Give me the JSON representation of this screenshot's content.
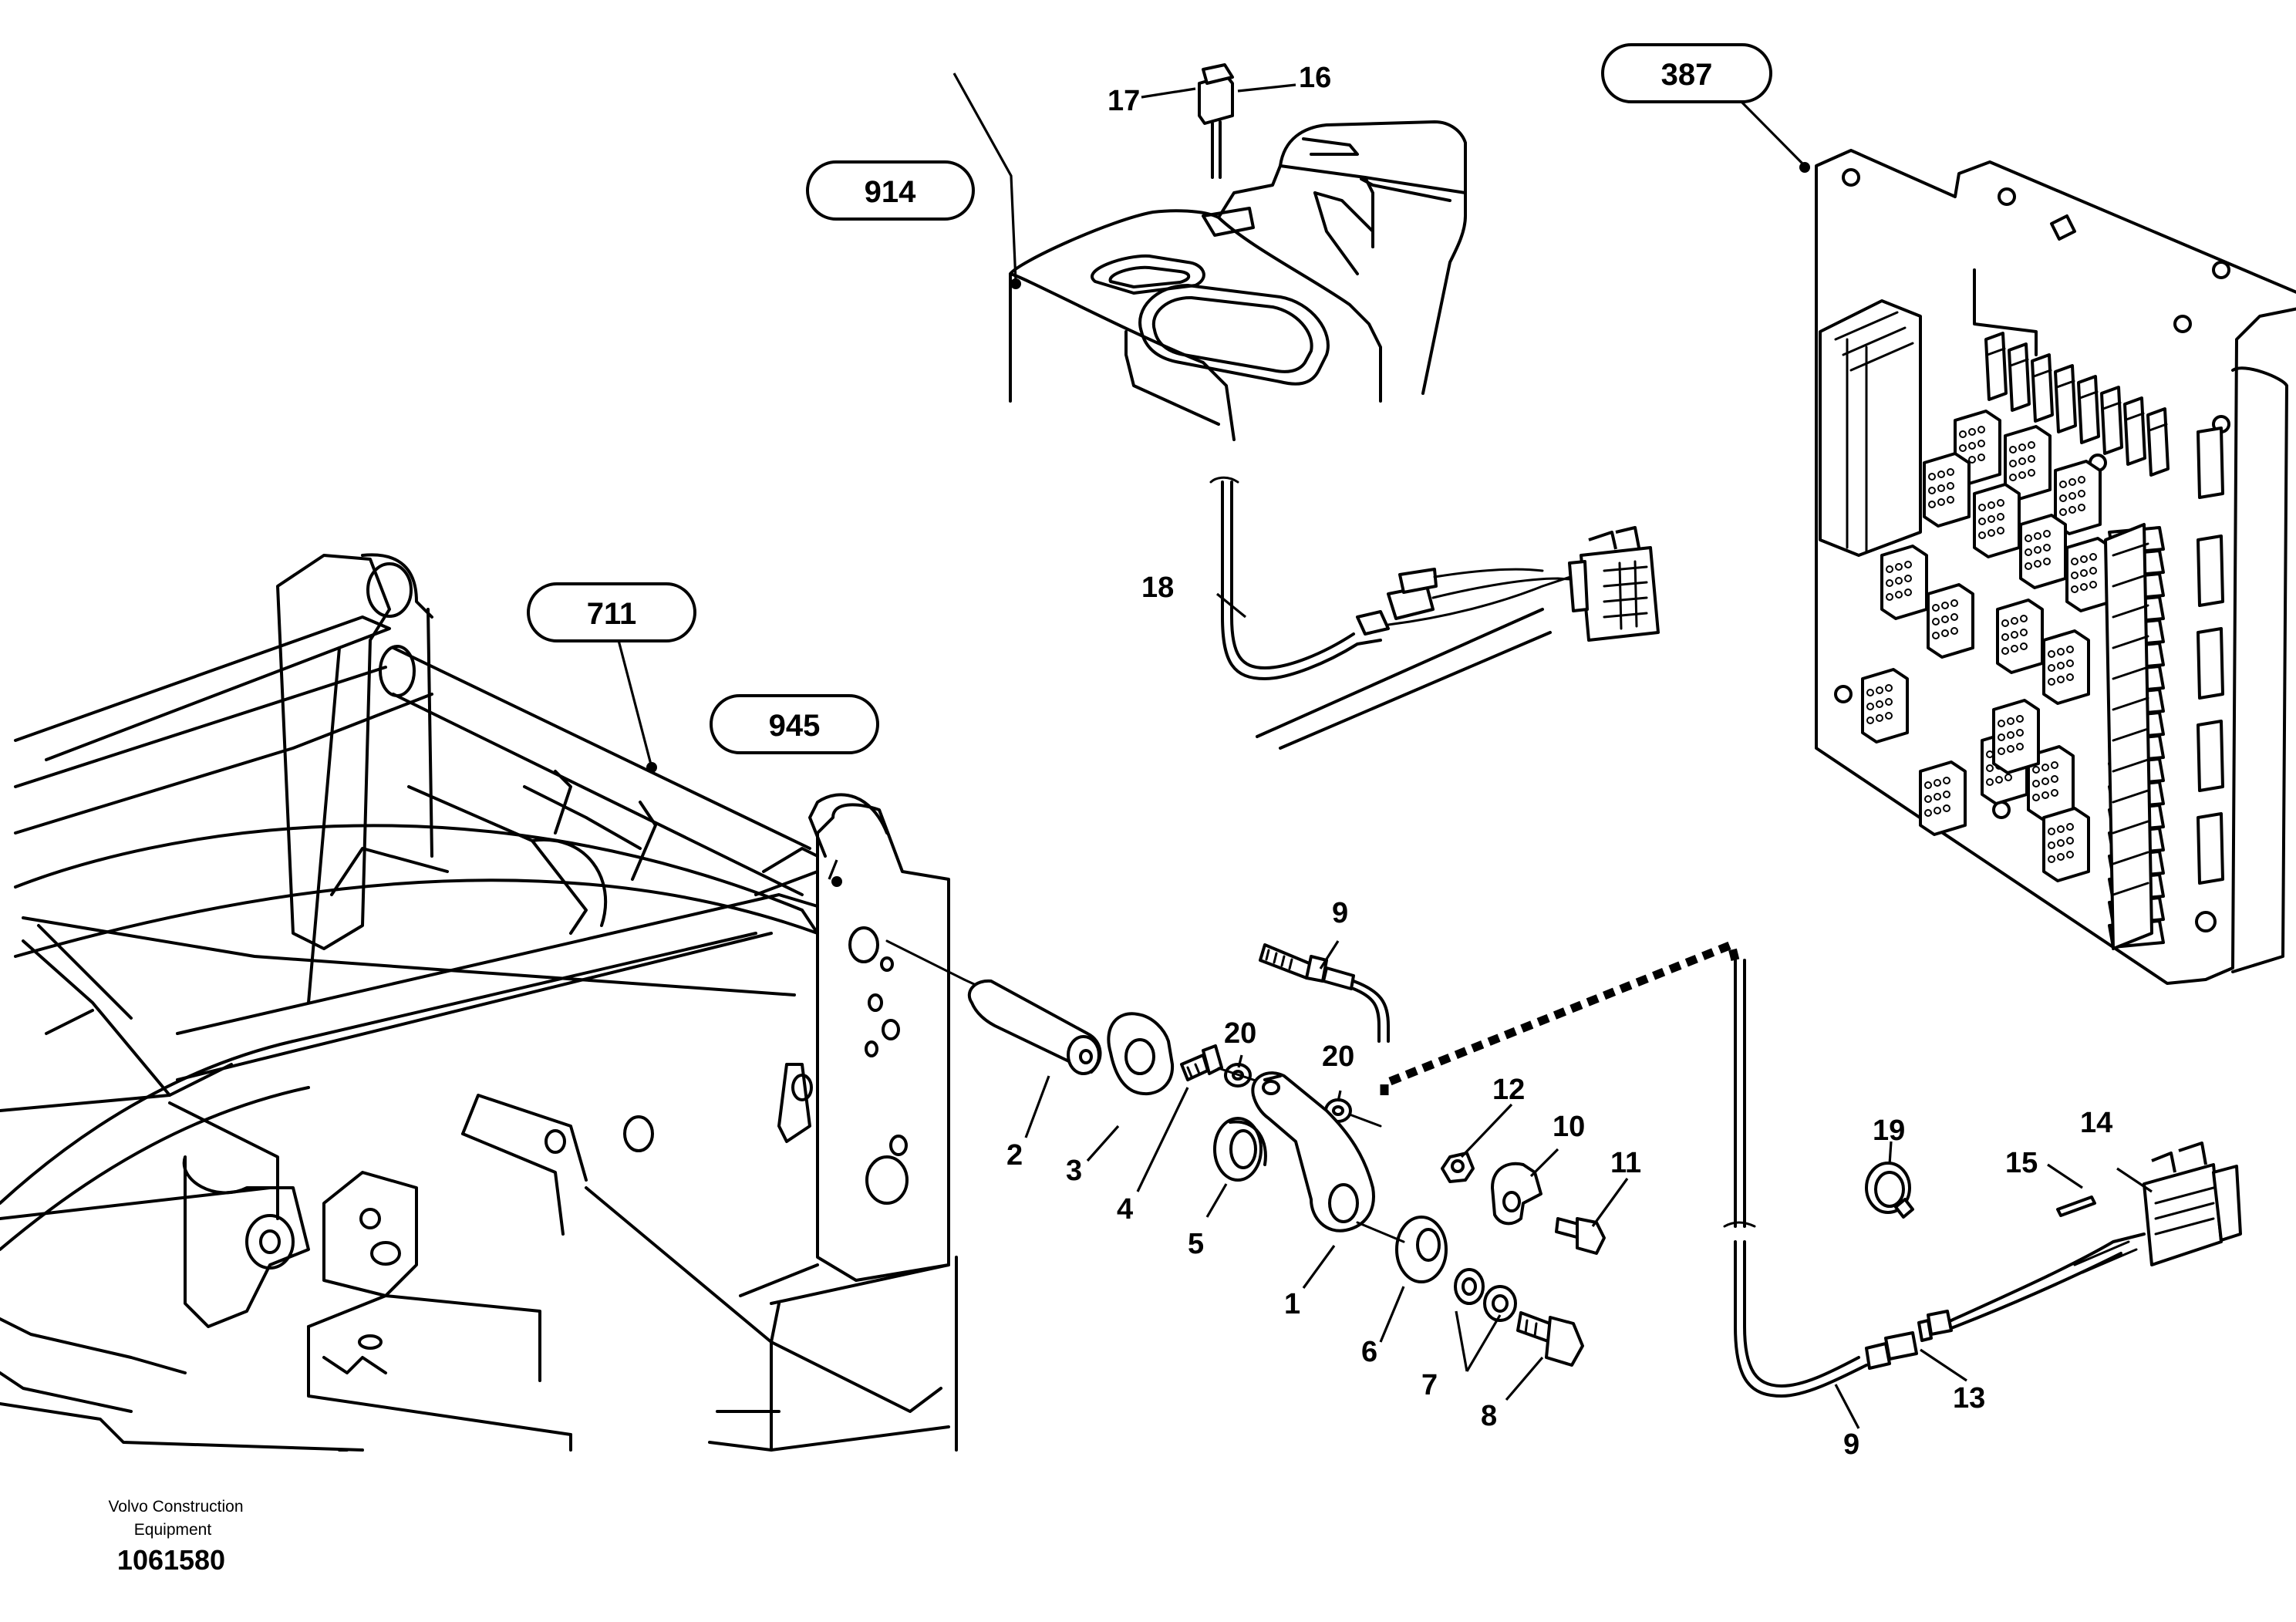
{
  "groups": [
    {
      "label": "914"
    },
    {
      "label": "387"
    },
    {
      "label": "711"
    },
    {
      "label": "945"
    }
  ],
  "callouts": [
    {
      "label": "17"
    },
    {
      "label": "16"
    },
    {
      "label": "18"
    },
    {
      "label": "9"
    },
    {
      "label": "20"
    },
    {
      "label": "20"
    },
    {
      "label": "2"
    },
    {
      "label": "3"
    },
    {
      "label": "4"
    },
    {
      "label": "5"
    },
    {
      "label": "12"
    },
    {
      "label": "10"
    },
    {
      "label": "11"
    },
    {
      "label": "1"
    },
    {
      "label": "6"
    },
    {
      "label": "7"
    },
    {
      "label": "8"
    },
    {
      "label": "19"
    },
    {
      "label": "14"
    },
    {
      "label": "15"
    },
    {
      "label": "13"
    },
    {
      "label": "9"
    }
  ],
  "caption": {
    "company_line1": "Volvo Construction",
    "company_line2": "Equipment",
    "drawing_number": "1061580"
  }
}
